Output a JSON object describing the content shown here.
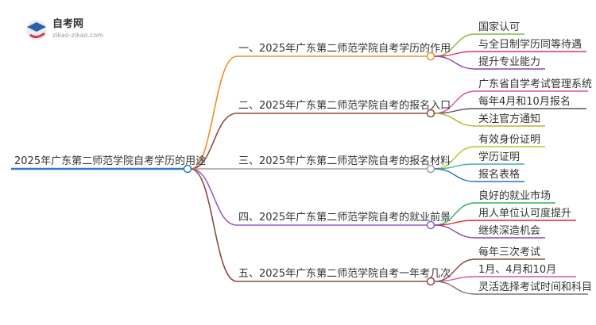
{
  "logo": {
    "title": "自考网",
    "url_text": "zikao-zikao.com"
  },
  "colors": {
    "root_line": "#2f7bbf",
    "node_fill": "#ffffff",
    "text": "#333333",
    "branch_colors": [
      "#f28c28",
      "#8b4a3c",
      "#9e9e9e",
      "#9b59d0",
      "#8b4a3c"
    ]
  },
  "mindmap": {
    "root": "2025年广东第二师范学院自考学历的用途",
    "branches": [
      {
        "label": "一、2025年广东第二师范学院自考学历的作用",
        "color": "#f28c28",
        "children": [
          {
            "label": "国家认可",
            "color": "#7fbf3f"
          },
          {
            "label": "与全日制学历同等待遇",
            "color": "#e0305a"
          },
          {
            "label": "提升专业能力",
            "color": "#8e44ad"
          }
        ]
      },
      {
        "label": "二、2025年广东第二师范学院自考的报名入口",
        "color": "#8b4a3c",
        "children": [
          {
            "label": "广东省自学考试管理系统",
            "color": "#d84fa7"
          },
          {
            "label": "每年4月和10月报名",
            "color": "#555555"
          },
          {
            "label": "关注官方通知",
            "color": "#b5b52a"
          }
        ]
      },
      {
        "label": "三、2025年广东第二师范学院自考的报名材料",
        "color": "#9e9e9e",
        "children": [
          {
            "label": "有效身份证明",
            "color": "#b5c72a"
          },
          {
            "label": "学历证明",
            "color": "#3fb0a5"
          },
          {
            "label": "报名表格",
            "color": "#2f6fbf"
          }
        ]
      },
      {
        "label": "四、2025年广东第二师范学院自考的就业前景",
        "color": "#9b59d0",
        "children": [
          {
            "label": "良好的就业市场",
            "color": "#2fb35a"
          },
          {
            "label": "用人单位认可度提升",
            "color": "#e02828"
          },
          {
            "label": "继续深造机会",
            "color": "#8e44ad"
          }
        ]
      },
      {
        "label": "五、2025年广东第二师范学院自考一年考几次",
        "color": "#8b4a3c",
        "children": [
          {
            "label": "每年三次考试",
            "color": "#8b4a3c"
          },
          {
            "label": "1月、4月和10月",
            "color": "#d84fa7"
          },
          {
            "label": "灵活选择考试时间和科目",
            "color": "#777777"
          }
        ]
      }
    ]
  }
}
